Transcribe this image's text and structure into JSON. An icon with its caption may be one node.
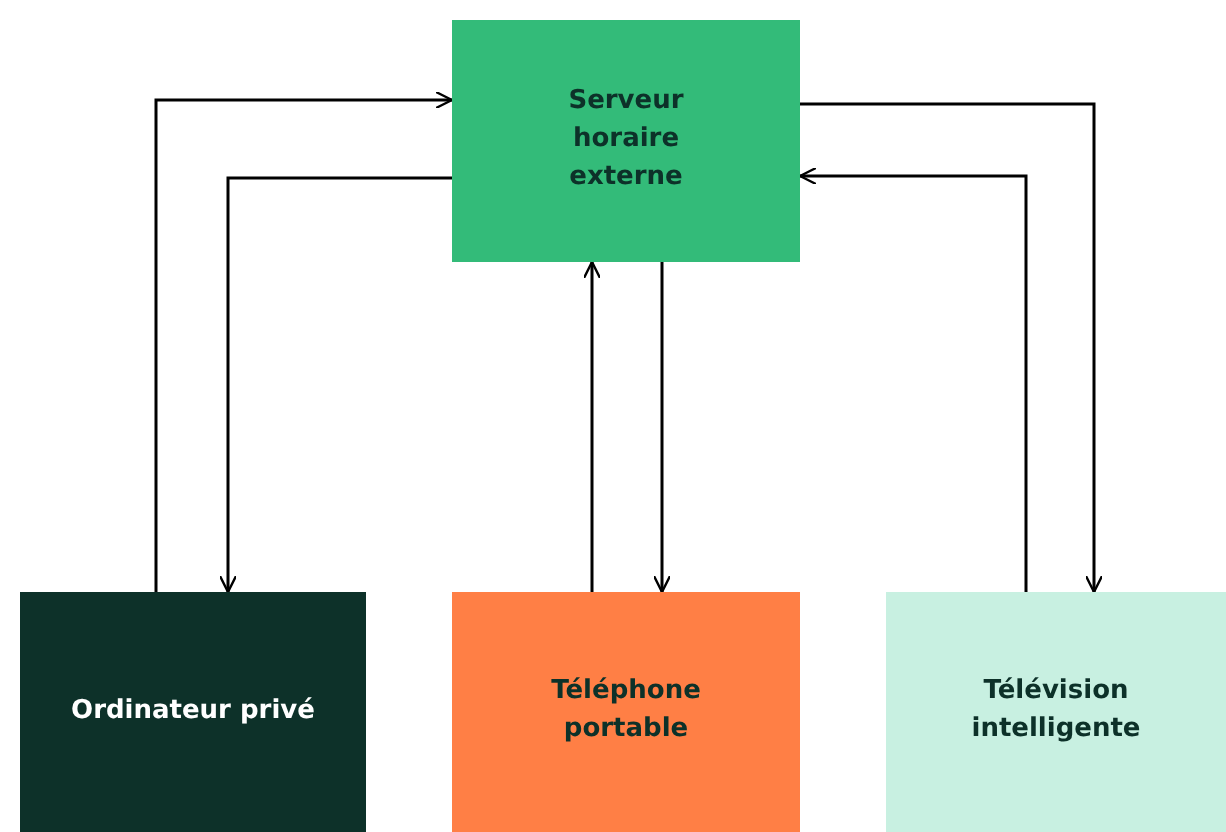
{
  "diagram": {
    "nodes": [
      {
        "text": [
          "Serveur horaire externe"
        ]
      },
      {
        "text": [
          "Ordinateur privé"
        ]
      },
      {
        "text": [
          "Téléphone portable"
        ]
      },
      {
        "text": [
          "Télévision intelligente"
        ]
      }
    ],
    "edges": [
      {
        "from": 1,
        "to": 0,
        "arrow": "to"
      },
      {
        "from": 0,
        "to": 1,
        "arrow": "to"
      },
      {
        "from": 2,
        "to": 0,
        "arrow": "to"
      },
      {
        "from": 0,
        "to": 2,
        "arrow": "to"
      },
      {
        "from": 0,
        "to": 3,
        "arrow": "to"
      },
      {
        "from": 3,
        "to": 0,
        "arrow": "to"
      }
    ]
  }
}
